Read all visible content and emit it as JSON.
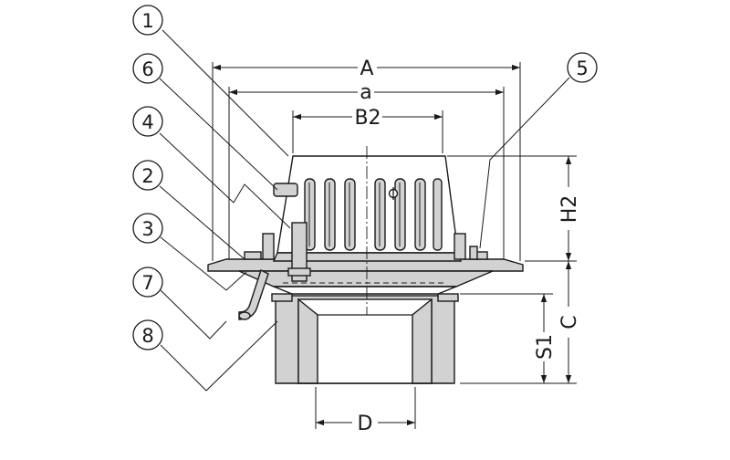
{
  "callouts": [
    "1",
    "6",
    "4",
    "2",
    "3",
    "7",
    "8",
    "5"
  ],
  "dimensions": {
    "A": "A",
    "a": "a",
    "B2": "B2",
    "H2": "H2",
    "C": "C",
    "S1": "S1",
    "D": "D"
  }
}
